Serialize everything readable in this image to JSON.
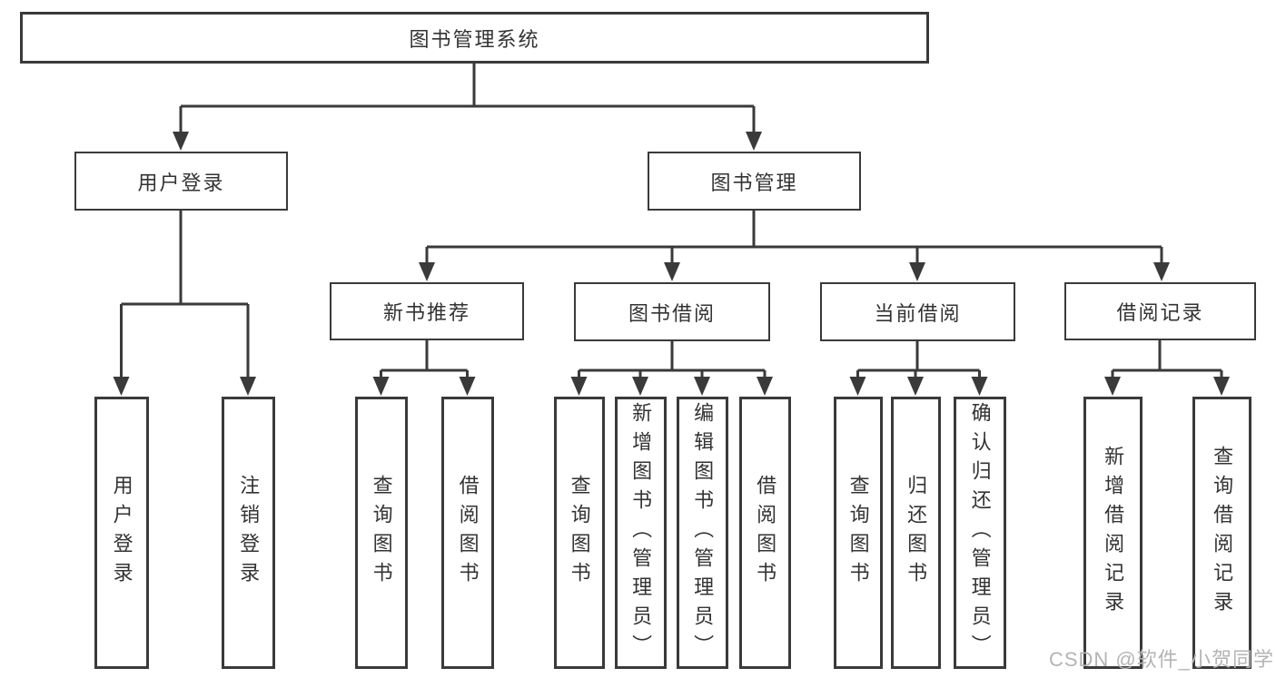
{
  "root": {
    "label": "图书管理系统"
  },
  "level1": [
    {
      "id": "user-login",
      "label": "用户登录",
      "parent": "图书管理系统"
    },
    {
      "id": "book-management",
      "label": "图书管理",
      "parent": "图书管理系统"
    }
  ],
  "level2": [
    {
      "id": "new-book-recommend",
      "label": "新书推荐",
      "parent": "图书管理"
    },
    {
      "id": "book-borrowing",
      "label": "图书借阅",
      "parent": "图书管理"
    },
    {
      "id": "current-borrowing",
      "label": "当前借阅",
      "parent": "图书管理"
    },
    {
      "id": "borrowing-records",
      "label": "借阅记录",
      "parent": "图书管理"
    }
  ],
  "leaves": [
    {
      "label": "用户登录",
      "parent": "用户登录"
    },
    {
      "label": "注销登录",
      "parent": "用户登录"
    },
    {
      "label": "查询图书",
      "parent": "新书推荐"
    },
    {
      "label": "借阅图书",
      "parent": "新书推荐"
    },
    {
      "label": "查询图书",
      "parent": "图书借阅"
    },
    {
      "label": "新增图书（管理员）",
      "parent": "图书借阅"
    },
    {
      "label": "编辑图书（管理员）",
      "parent": "图书借阅"
    },
    {
      "label": "借阅图书",
      "parent": "图书借阅"
    },
    {
      "label": "查询图书",
      "parent": "当前借阅"
    },
    {
      "label": "归还图书",
      "parent": "当前借阅"
    },
    {
      "label": "确认归还（管理员）",
      "parent": "当前借阅"
    },
    {
      "label": "新增借阅记录",
      "parent": "借阅记录"
    },
    {
      "label": "查询借阅记录",
      "parent": "借阅记录"
    }
  ],
  "watermark": {
    "text": "CSDN @软件_小贺同学"
  },
  "colors": {
    "line": "#3a3a3a",
    "text": "#333333",
    "watermark": "#b4b4b4",
    "background": "#ffffff"
  }
}
